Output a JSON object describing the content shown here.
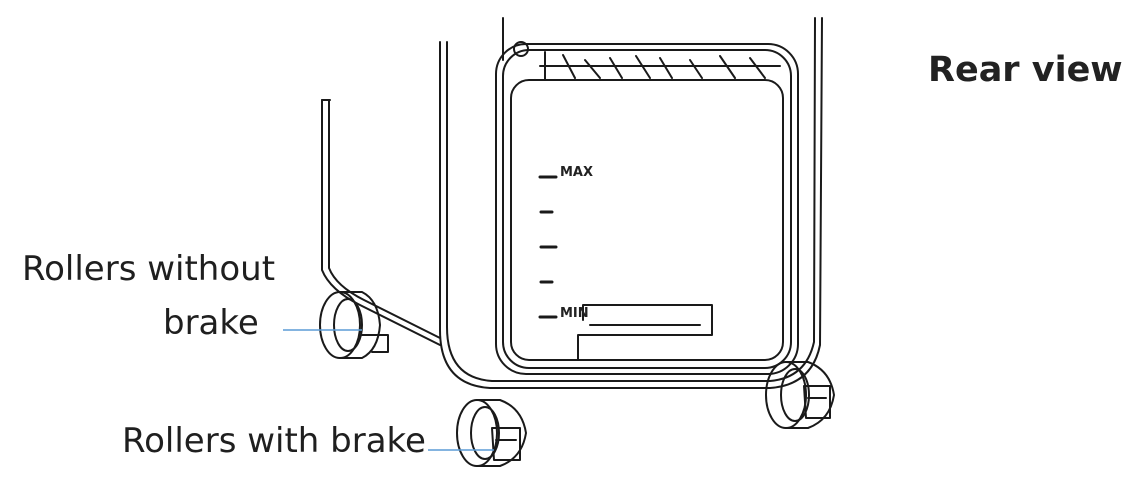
{
  "title": "Rear view",
  "labels": {
    "rollers_without_brake_line1": "Rollers without",
    "rollers_without_brake_line2": "brake",
    "rollers_with_brake": "Rollers with brake"
  },
  "gauge": {
    "max_label": "MAX",
    "min_label": "MIN"
  },
  "colors": {
    "leader_line": "#5b9bd5",
    "outline": "#1a1a1a"
  }
}
